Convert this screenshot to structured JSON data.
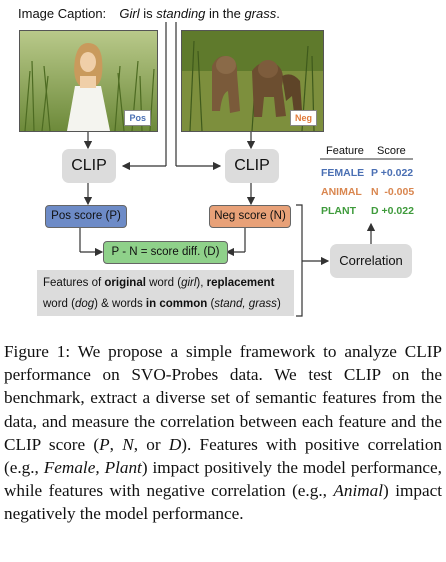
{
  "caption_line": {
    "prefix": "Image Caption:",
    "subject": "Girl",
    "is": " is ",
    "verb": "standing",
    "middle": " in the ",
    "object": "grass",
    "end": "."
  },
  "images": {
    "pos_tag": "Pos",
    "neg_tag": "Neg"
  },
  "clip_left": "CLIP",
  "clip_right": "CLIP",
  "pos_score": "Pos score (P)",
  "neg_score": "Neg score (N)",
  "diff": "P - N = score diff. (D)",
  "features": {
    "t1": "Features of ",
    "b1": "original",
    "t2": " word (",
    "i1": "girl",
    "t3": "), ",
    "b2": "replacement",
    "t4": "word (",
    "i2": "dog",
    "t5": ") & words ",
    "b3": "in common",
    "t6": " (",
    "i3": "stand, grass",
    "t7": ")"
  },
  "correlation": "Correlation",
  "table": {
    "header_feature": "Feature",
    "header_score": "Score",
    "rows": [
      {
        "feature": "FEMALE",
        "score": "P +0.022",
        "color": "#4a6fb3"
      },
      {
        "feature": "ANIMAL",
        "score": "N  -0.005",
        "color": "#d9864f"
      },
      {
        "feature": "PLANT",
        "score": "D +0.022",
        "color": "#3f9b3c"
      }
    ]
  },
  "figure_caption": {
    "label": "Figure 1:",
    "p1": " We propose a simple framework to analyze CLIP performance on SVO-Probes data. We test CLIP on the benchmark, extract a diverse set of semantic features from the data, and measure the correlation between each feature and the CLIP score (",
    "P": "P",
    "sep1": ", ",
    "N": "N",
    "sep2": ", or ",
    "D": "D",
    "p2": "). Features with positive correlation (e.g., ",
    "ex1": "Female, Plant",
    "p3": ") impact positively the model performance, while features with negative correlation (e.g., ",
    "ex2": "Animal",
    "p4": ") impact negatively the model performance."
  }
}
